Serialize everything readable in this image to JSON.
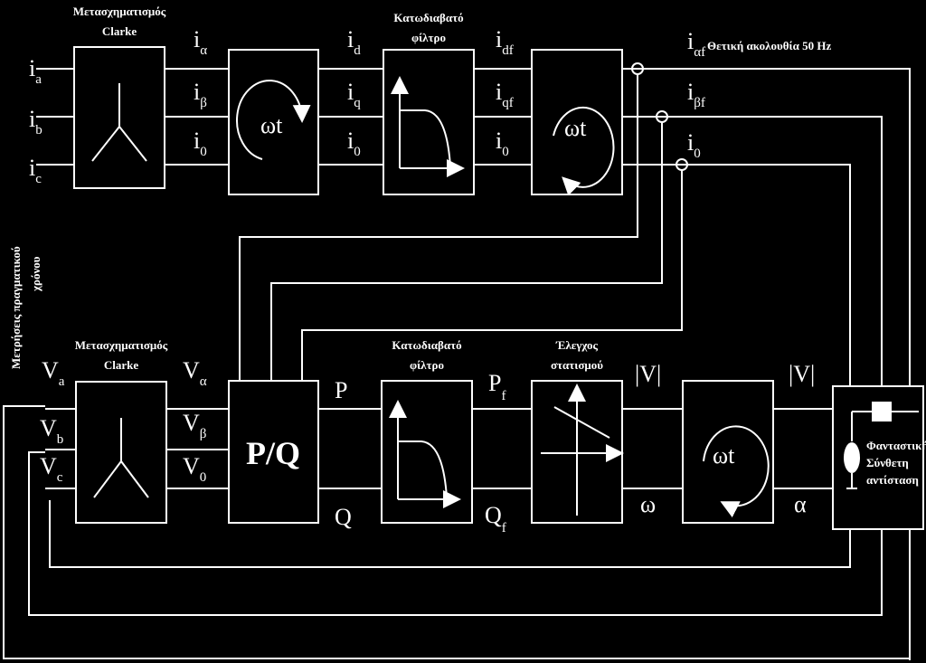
{
  "top_row": {
    "clarke_label_line1": "Μετασχηματισμός",
    "clarke_label_line2": "Clarke",
    "filter_label_line1": "Κατωδιαβατό",
    "filter_label_line2": "φίλτρο",
    "inputs": [
      {
        "main": "i",
        "sub": "a"
      },
      {
        "main": "i",
        "sub": "b"
      },
      {
        "main": "i",
        "sub": "c"
      }
    ],
    "clarke_outputs": [
      {
        "main": "i",
        "sub": "α"
      },
      {
        "main": "i",
        "sub": "β"
      },
      {
        "main": "i",
        "sub": "0"
      }
    ],
    "park_outputs": [
      {
        "main": "i",
        "sub": "d"
      },
      {
        "main": "i",
        "sub": "q"
      },
      {
        "main": "i",
        "sub": "0"
      }
    ],
    "filter_outputs": [
      {
        "main": "i",
        "sub": "df"
      },
      {
        "main": "i",
        "sub": "qf"
      },
      {
        "main": "i",
        "sub": "0"
      }
    ],
    "final_outputs": [
      {
        "main": "i",
        "sub": "αf"
      },
      {
        "main": "i",
        "sub": "βf"
      },
      {
        "main": "i",
        "sub": "0"
      }
    ],
    "rotation_label": "ωt",
    "inverse_rotation_label": "ωt",
    "positive_sequence_label": "Θετική ακολουθία 50 Hz"
  },
  "side_label_line1": "Μετρήσεις πραγματικού",
  "side_label_line2": "χρόνου",
  "bottom_row": {
    "clarke_label_line1": "Μετασχηματισμός",
    "clarke_label_line2": "Clarke",
    "filter_label_line1": "Κατωδιαβατό",
    "filter_label_line2": "φίλτρο",
    "droop_label_line1": "Έλεγχος",
    "droop_label_line2": "στατισμού",
    "inputs": [
      {
        "main": "V",
        "sub": "a"
      },
      {
        "main": "V",
        "sub": "b"
      },
      {
        "main": "V",
        "sub": "c"
      }
    ],
    "clarke_outputs": [
      {
        "main": "V",
        "sub": "α"
      },
      {
        "main": "V",
        "sub": "β"
      },
      {
        "main": "V",
        "sub": "0"
      }
    ],
    "pq_block": "P/Q",
    "p_label": "P",
    "q_label": "Q",
    "pf_label": {
      "main": "P",
      "sub": "f"
    },
    "qf_label": {
      "main": "Q",
      "sub": "f"
    },
    "v_mag_1": "|V|",
    "omega_label": "ω",
    "rotation_label": "ωt",
    "v_mag_2": "|V|",
    "alpha_label": "α",
    "impedance_line1": "Φανταστική",
    "impedance_line2": "Σύνθετη",
    "impedance_line3": "αντίσταση"
  }
}
